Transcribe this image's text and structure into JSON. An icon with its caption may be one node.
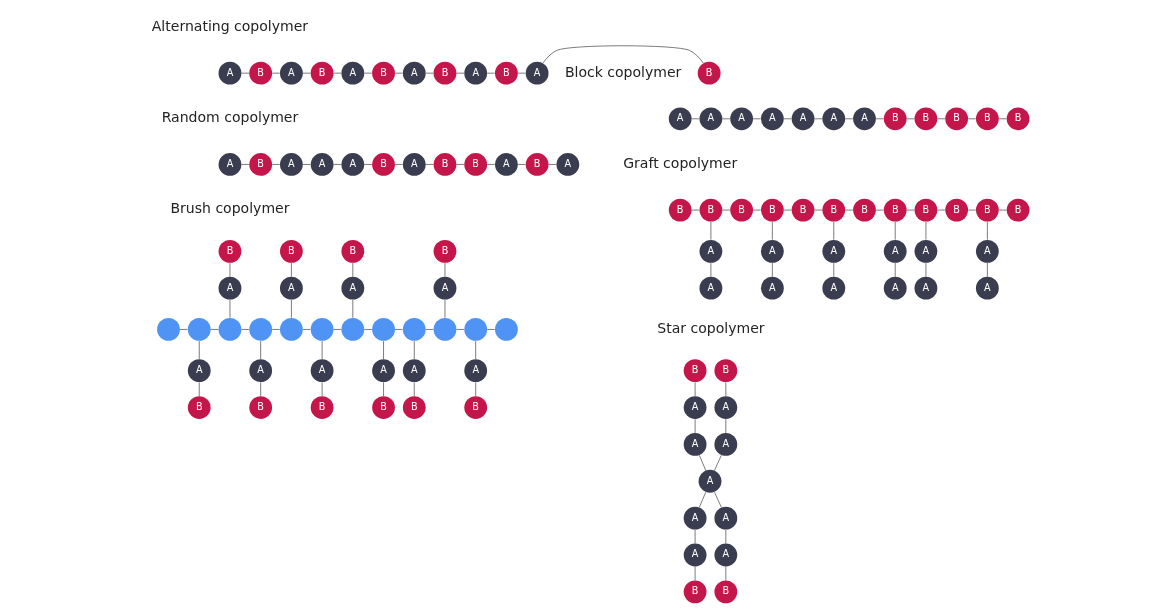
{
  "diagram": {
    "nodes": [
      {
        "text": [
          "A"
        ]
      },
      {
        "text": [
          "B"
        ]
      },
      {
        "text": [
          "A"
        ]
      },
      {
        "text": [
          "B"
        ]
      },
      {
        "text": [
          "A"
        ]
      },
      {
        "text": [
          "B"
        ]
      },
      {
        "text": [
          "A"
        ]
      },
      {
        "text": [
          "B"
        ]
      },
      {
        "text": [
          "A"
        ]
      },
      {
        "text": [
          "B"
        ]
      },
      {
        "text": [
          "A"
        ]
      },
      {
        "text": [
          "B"
        ]
      },
      {
        "text": [
          "A"
        ]
      },
      {
        "text": [
          "A"
        ]
      },
      {
        "text": [
          "A"
        ]
      },
      {
        "text": [
          "A"
        ]
      },
      {
        "text": [
          "A"
        ]
      },
      {
        "text": [
          "A"
        ]
      },
      {
        "text": [
          "A"
        ]
      },
      {
        "text": [
          "B"
        ]
      },
      {
        "text": [
          "B"
        ]
      },
      {
        "text": [
          "B"
        ]
      },
      {
        "text": [
          "B"
        ]
      },
      {
        "text": [
          "B"
        ]
      },
      {
        "text": [
          "A"
        ]
      },
      {
        "text": [
          "B"
        ]
      },
      {
        "text": [
          "A"
        ]
      },
      {
        "text": [
          "A"
        ]
      },
      {
        "text": [
          "A"
        ]
      },
      {
        "text": [
          "B"
        ]
      },
      {
        "text": [
          "A"
        ]
      },
      {
        "text": [
          "B"
        ]
      },
      {
        "text": [
          "B"
        ]
      },
      {
        "text": [
          "A"
        ]
      },
      {
        "text": [
          "B"
        ]
      },
      {
        "text": [
          "A"
        ]
      },
      {
        "text": [
          "B"
        ]
      },
      {
        "text": [
          "B"
        ]
      },
      {
        "text": [
          "B"
        ]
      },
      {
        "text": [
          "B"
        ]
      },
      {
        "text": [
          "B"
        ]
      },
      {
        "text": [
          "B"
        ]
      },
      {
        "text": [
          "B"
        ]
      },
      {
        "text": [
          "B"
        ]
      },
      {
        "text": [
          "B"
        ]
      },
      {
        "text": [
          "B"
        ]
      },
      {
        "text": [
          "B"
        ]
      },
      {
        "text": [
          "B"
        ]
      },
      {
        "text": [
          "A"
        ]
      },
      {
        "text": [
          "A"
        ]
      },
      {
        "text": [
          "A"
        ]
      },
      {
        "text": [
          "A"
        ]
      },
      {
        "text": [
          "A"
        ]
      },
      {
        "text": [
          "A"
        ]
      },
      {
        "text": [
          "A"
        ]
      },
      {
        "text": [
          "A"
        ]
      },
      {
        "text": [
          "A"
        ]
      },
      {
        "text": [
          "A"
        ]
      },
      {
        "text": [
          "A"
        ]
      },
      {
        "text": [
          "A"
        ]
      },
      {
        "text": [],
        "shape": "circle"
      },
      {
        "text": [],
        "shape": "circle"
      },
      {
        "text": [],
        "shape": "circle"
      },
      {
        "text": [],
        "shape": "circle"
      },
      {
        "text": [],
        "shape": "circle"
      },
      {
        "text": [],
        "shape": "circle"
      },
      {
        "text": [],
        "shape": "circle"
      },
      {
        "text": [],
        "shape": "circle"
      },
      {
        "text": [],
        "shape": "circle"
      },
      {
        "text": [],
        "shape": "circle"
      },
      {
        "text": [],
        "shape": "circle"
      },
      {
        "text": [],
        "shape": "circle"
      },
      {
        "text": [
          "A"
        ]
      },
      {
        "text": [
          "B"
        ]
      },
      {
        "text": [
          "A"
        ]
      },
      {
        "text": [
          "B"
        ]
      },
      {
        "text": [
          "A"
        ]
      },
      {
        "text": [
          "B"
        ]
      },
      {
        "text": [
          "A"
        ]
      },
      {
        "text": [
          "B"
        ]
      },
      {
        "text": [
          "A"
        ]
      },
      {
        "text": [
          "B"
        ]
      },
      {
        "text": [
          "A"
        ]
      },
      {
        "text": [
          "B"
        ]
      },
      {
        "text": [
          "A"
        ]
      },
      {
        "text": [
          "B"
        ]
      },
      {
        "text": [
          "A"
        ]
      },
      {
        "text": [
          "B"
        ]
      },
      {
        "text": [
          "A"
        ]
      },
      {
        "text": [
          "B"
        ]
      },
      {
        "text": [
          "A"
        ]
      },
      {
        "text": [
          "B"
        ]
      },
      {
        "text": [
          "A"
        ]
      },
      {
        "text": [
          "A"
        ]
      },
      {
        "text": [
          "A"
        ]
      },
      {
        "text": [
          "B"
        ]
      },
      {
        "text": [
          "A"
        ]
      },
      {
        "text": [
          "A"
        ]
      },
      {
        "text": [
          "B"
        ]
      },
      {
        "text": [
          "A"
        ]
      },
      {
        "text": [
          "A"
        ]
      },
      {
        "text": [
          "B"
        ]
      },
      {
        "text": [
          "A"
        ]
      },
      {
        "text": [
          "A"
        ]
      },
      {
        "text": [
          "B"
        ]
      }
    ],
    "edges": [
      {
        "from": 0,
        "to": 1,
        "arrow": "none"
      },
      {
        "from": 1,
        "to": 2,
        "arrow": "none"
      },
      {
        "from": 2,
        "to": 3,
        "arrow": "none"
      },
      {
        "from": 3,
        "to": 4,
        "arrow": "none"
      },
      {
        "from": 4,
        "to": 5,
        "arrow": "none"
      },
      {
        "from": 5,
        "to": 6,
        "arrow": "none"
      },
      {
        "from": 6,
        "to": 7,
        "arrow": "none"
      },
      {
        "from": 7,
        "to": 8,
        "arrow": "none"
      },
      {
        "from": 8,
        "to": 9,
        "arrow": "none"
      },
      {
        "from": 9,
        "to": 10,
        "arrow": "none"
      },
      {
        "from": 10,
        "to": 11,
        "arrow": "none"
      },
      {
        "from": 12,
        "to": 13,
        "arrow": "none"
      },
      {
        "from": 13,
        "to": 14,
        "arrow": "none"
      },
      {
        "from": 14,
        "to": 15,
        "arrow": "none"
      },
      {
        "from": 15,
        "to": 16,
        "arrow": "none"
      },
      {
        "from": 16,
        "to": 17,
        "arrow": "none"
      },
      {
        "from": 17,
        "to": 18,
        "arrow": "none"
      },
      {
        "from": 18,
        "to": 19,
        "arrow": "none"
      },
      {
        "from": 19,
        "to": 20,
        "arrow": "none"
      },
      {
        "from": 20,
        "to": 21,
        "arrow": "none"
      },
      {
        "from": 21,
        "to": 22,
        "arrow": "none"
      },
      {
        "from": 22,
        "to": 23,
        "arrow": "none"
      },
      {
        "from": 24,
        "to": 25,
        "arrow": "none"
      },
      {
        "from": 25,
        "to": 26,
        "arrow": "none"
      },
      {
        "from": 26,
        "to": 27,
        "arrow": "none"
      },
      {
        "from": 27,
        "to": 28,
        "arrow": "none"
      },
      {
        "from": 28,
        "to": 29,
        "arrow": "none"
      },
      {
        "from": 29,
        "to": 30,
        "arrow": "none"
      },
      {
        "from": 30,
        "to": 31,
        "arrow": "none"
      },
      {
        "from": 31,
        "to": 32,
        "arrow": "none"
      },
      {
        "from": 32,
        "to": 33,
        "arrow": "none"
      },
      {
        "from": 33,
        "to": 34,
        "arrow": "none"
      },
      {
        "from": 34,
        "to": 35,
        "arrow": "none"
      },
      {
        "from": 36,
        "to": 37,
        "arrow": "none"
      },
      {
        "from": 37,
        "to": 38,
        "arrow": "none"
      },
      {
        "from": 38,
        "to": 39,
        "arrow": "none"
      },
      {
        "from": 39,
        "to": 40,
        "arrow": "none"
      },
      {
        "from": 40,
        "to": 41,
        "arrow": "none"
      },
      {
        "from": 41,
        "to": 42,
        "arrow": "none"
      },
      {
        "from": 42,
        "to": 43,
        "arrow": "none"
      },
      {
        "from": 43,
        "to": 44,
        "arrow": "none"
      },
      {
        "from": 44,
        "to": 45,
        "arrow": "none"
      },
      {
        "from": 45,
        "to": 46,
        "arrow": "none"
      },
      {
        "from": 46,
        "to": 47,
        "arrow": "none"
      },
      {
        "from": 37,
        "to": 48,
        "arrow": "none"
      },
      {
        "from": 48,
        "to": 49,
        "arrow": "none"
      },
      {
        "from": 39,
        "to": 50,
        "arrow": "none"
      },
      {
        "from": 50,
        "to": 51,
        "arrow": "none"
      },
      {
        "from": 41,
        "to": 52,
        "arrow": "none"
      },
      {
        "from": 52,
        "to": 53,
        "arrow": "none"
      },
      {
        "from": 43,
        "to": 54,
        "arrow": "none"
      },
      {
        "from": 54,
        "to": 55,
        "arrow": "none"
      },
      {
        "from": 44,
        "to": 56,
        "arrow": "none"
      },
      {
        "from": 56,
        "to": 57,
        "arrow": "none"
      },
      {
        "from": 46,
        "to": 58,
        "arrow": "none"
      },
      {
        "from": 58,
        "to": 59,
        "arrow": "none"
      },
      {
        "from": 60,
        "to": 61,
        "arrow": "none"
      },
      {
        "from": 61,
        "to": 62,
        "arrow": "none"
      },
      {
        "from": 62,
        "to": 63,
        "arrow": "none"
      },
      {
        "from": 63,
        "to": 64,
        "arrow": "none"
      },
      {
        "from": 64,
        "to": 65,
        "arrow": "none"
      },
      {
        "from": 65,
        "to": 66,
        "arrow": "none"
      },
      {
        "from": 66,
        "to": 67,
        "arrow": "none"
      },
      {
        "from": 67,
        "to": 68,
        "arrow": "none"
      },
      {
        "from": 68,
        "to": 69,
        "arrow": "none"
      },
      {
        "from": 69,
        "to": 70,
        "arrow": "none"
      },
      {
        "from": 70,
        "to": 71,
        "arrow": "none"
      },
      {
        "from": 73,
        "to": 72,
        "arrow": "none"
      },
      {
        "from": 72,
        "to": 62,
        "arrow": "none"
      },
      {
        "from": 75,
        "to": 74,
        "arrow": "none"
      },
      {
        "from": 74,
        "to": 64,
        "arrow": "none"
      },
      {
        "from": 77,
        "to": 76,
        "arrow": "none"
      },
      {
        "from": 76,
        "to": 66,
        "arrow": "none"
      },
      {
        "from": 79,
        "to": 78,
        "arrow": "none"
      },
      {
        "from": 78,
        "to": 69,
        "arrow": "none"
      },
      {
        "from": 61,
        "to": 80,
        "arrow": "none"
      },
      {
        "from": 80,
        "to": 81,
        "arrow": "none"
      },
      {
        "from": 63,
        "to": 82,
        "arrow": "none"
      },
      {
        "from": 82,
        "to": 83,
        "arrow": "none"
      },
      {
        "from": 65,
        "to": 84,
        "arrow": "none"
      },
      {
        "from": 84,
        "to": 85,
        "arrow": "none"
      },
      {
        "from": 67,
        "to": 86,
        "arrow": "none"
      },
      {
        "from": 86,
        "to": 87,
        "arrow": "none"
      },
      {
        "from": 68,
        "to": 88,
        "arrow": "none"
      },
      {
        "from": 88,
        "to": 89,
        "arrow": "none"
      },
      {
        "from": 70,
        "to": 90,
        "arrow": "none"
      },
      {
        "from": 90,
        "to": 91,
        "arrow": "none"
      },
      {
        "from": 95,
        "to": 94,
        "arrow": "none"
      },
      {
        "from": 94,
        "to": 93,
        "arrow": "none"
      },
      {
        "from": 93,
        "to": 92,
        "arrow": "none"
      },
      {
        "from": 98,
        "to": 97,
        "arrow": "none"
      },
      {
        "from": 97,
        "to": 96,
        "arrow": "none"
      },
      {
        "from": 96,
        "to": 92,
        "arrow": "none"
      },
      {
        "from": 92,
        "to": 99,
        "arrow": "none"
      },
      {
        "from": 99,
        "to": 100,
        "arrow": "none"
      },
      {
        "from": 100,
        "to": 101,
        "arrow": "none"
      },
      {
        "from": 92,
        "to": 102,
        "arrow": "none"
      },
      {
        "from": 102,
        "to": 103,
        "arrow": "none"
      },
      {
        "from": 103,
        "to": 104,
        "arrow": "none"
      }
    ],
    "labels": [
      "Alternating copolymer",
      "Block copolymer",
      "Random copolymer",
      "Graft copolymer",
      "Brush copolymer",
      "Star copolymer"
    ]
  }
}
